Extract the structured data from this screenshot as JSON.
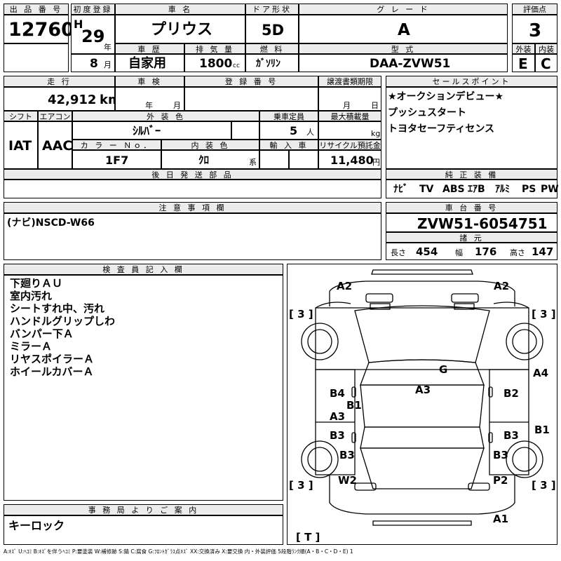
{
  "lot": {
    "label": "出 品 番 号",
    "value": "12760"
  },
  "first_reg": {
    "label": "初度登録",
    "era": "H",
    "year": "29",
    "year_unit": "年",
    "month": "8",
    "month_unit": "月"
  },
  "car_name": {
    "label": "車 名",
    "value": "プリウス"
  },
  "doors": {
    "label": "ドア形状",
    "value": "5D"
  },
  "grade": {
    "label": "グ レ ー ド",
    "value": "A"
  },
  "score": {
    "label": "評価点",
    "value": "3"
  },
  "history": {
    "label": "車 歴",
    "value": "自家用"
  },
  "displacement": {
    "label": "排 気 量",
    "value": "1800",
    "unit": "cc"
  },
  "fuel": {
    "label": "燃 料",
    "value": "ｶﾞｿﾘﾝ"
  },
  "model": {
    "label": "型 式",
    "value": "DAA-ZVW51"
  },
  "exterior": {
    "label": "外装",
    "value": "E"
  },
  "interior": {
    "label": "内装",
    "value": "C"
  },
  "mileage": {
    "label": "走 行",
    "value": "42,912",
    "unit": "km"
  },
  "inspection": {
    "label": "車 検",
    "year_unit": "年",
    "month_unit": "月"
  },
  "reg_no": {
    "label": "登 録 番 号"
  },
  "transfer": {
    "label": "譲渡書類期限",
    "month_unit": "月",
    "day_unit": "日"
  },
  "sales_points": {
    "label": "セールスポイント",
    "lines": [
      "★オークションデビュー★",
      "プッシュスタート",
      "トヨタセーフティセンス"
    ]
  },
  "shift": {
    "label": "シフト",
    "value": "IAT"
  },
  "aircon": {
    "label": "エアコン",
    "value": "AAC"
  },
  "body_color": {
    "label": "外 装 色",
    "value": "ｼﾙﾊﾞｰ"
  },
  "capacity": {
    "label": "乗車定員",
    "value": "5",
    "unit": "人"
  },
  "max_load": {
    "label": "最大積載量",
    "unit": "kg"
  },
  "color_no": {
    "label": "カ ラ ー Ｎｏ．",
    "value": "1F7"
  },
  "int_color": {
    "label": "内 装 色",
    "value": "ｸﾛ",
    "unit": "系"
  },
  "import": {
    "label": "輸 入 車"
  },
  "recycle": {
    "label": "リサイクル預託金",
    "value": "11,480",
    "unit": "円"
  },
  "later_parts": {
    "label": "後 日 発 送 部 品"
  },
  "equipment": {
    "label": "純 正 装 備",
    "items": [
      "ﾅﾋﾞ",
      "TV",
      "ABS",
      "ｴｱB",
      "ｱﾙﾐ",
      "PS",
      "PW"
    ]
  },
  "notes": {
    "label": "注 意 事 項 欄",
    "text": "(ナビ)NSCD-W66"
  },
  "chassis": {
    "label": "車 台 番 号",
    "value": "ZVW51-6054751"
  },
  "specs": {
    "label": "諸 元",
    "length_label": "長さ",
    "length": "454",
    "width_label": "幅",
    "width": "176",
    "height_label": "高さ",
    "height": "147"
  },
  "inspector": {
    "label": "検 査 員 記 入 欄",
    "lines": [
      "下廻りＡＵ",
      "室内汚れ",
      "シートすれ中、汚れ",
      "ハンドルグリップしわ",
      "バンパー下Ａ",
      "ミラーＡ",
      "リヤスポイラーＡ",
      "ホイールカバーＡ"
    ]
  },
  "office": {
    "label": "事 務 局 よ り ご 案 内",
    "text": "キーロック"
  },
  "diagram": {
    "marks": [
      "A2",
      "A2",
      "A4",
      "G",
      "A3",
      "B4",
      "B1",
      "A3",
      "B3",
      "B2",
      "B3",
      "B1",
      "B3",
      "B3",
      "W2",
      "P2",
      "A1"
    ],
    "rims": [
      "[ 3 ]",
      "[ 3 ]",
      "[ 3 ]",
      "[ 3 ]"
    ],
    "tire": "[ T ]"
  },
  "legend": "A:ｷｽﾞ U:ﾍｺﾐ B:ｷｽﾞを伴うﾍｺﾐ P:要塗装 W:補修跡 S:錆 C:腐食 G:ﾌﾛﾝﾄｶﾞﾗｽ点ｷｽﾞ XX:交換済み X:要交換 内・外装評価 5段階ﾗﾝｸ順(A・B・C・D・E) 1"
}
